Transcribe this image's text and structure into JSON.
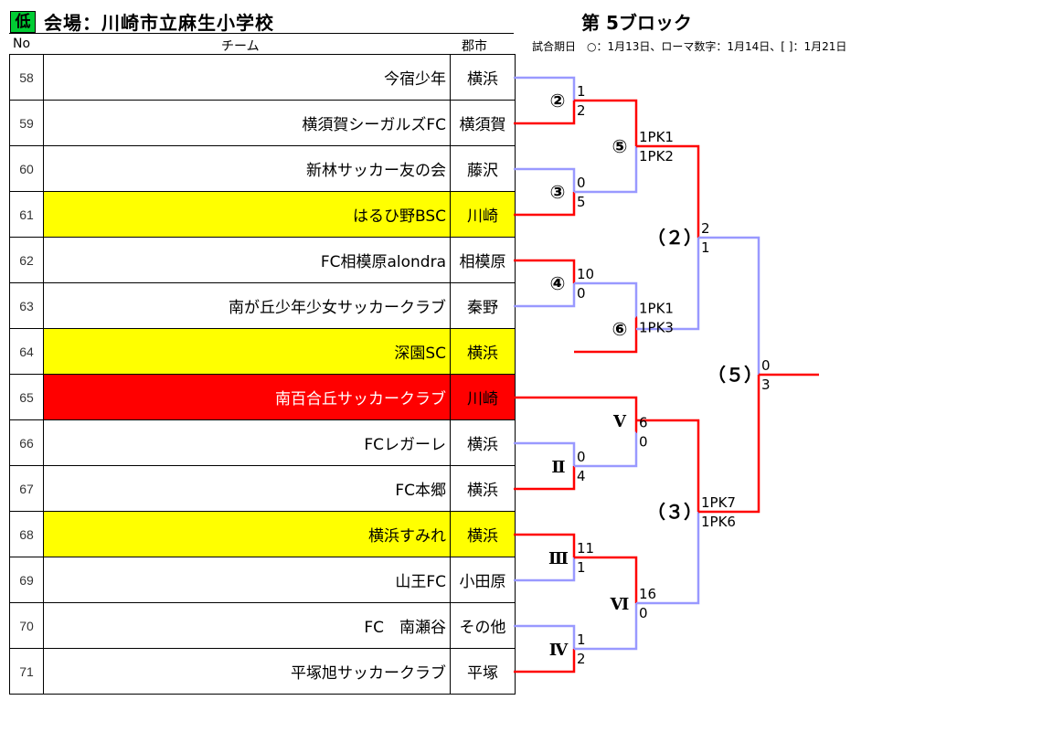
{
  "header": {
    "grade": "低",
    "venue": "会場：川崎市立麻生小学校",
    "block_title": "第 5ブロック",
    "schedule_note": "試合期日　○：1月13日、ローマ数字：1月14日、[ ]：1月21日",
    "col_no": "No",
    "col_team": "チーム",
    "col_city": "郡市"
  },
  "teams": [
    {
      "no": "58",
      "name": "今宿少年",
      "city": "横浜",
      "highlight": "none"
    },
    {
      "no": "59",
      "name": "横須賀シーガルズFC",
      "city": "横須賀",
      "highlight": "none"
    },
    {
      "no": "60",
      "name": "新林サッカー友の会",
      "city": "藤沢",
      "highlight": "none"
    },
    {
      "no": "61",
      "name": "はるひ野BSC",
      "city": "川崎",
      "highlight": "yellow"
    },
    {
      "no": "62",
      "name": "FC相模原alondra",
      "city": "相模原",
      "highlight": "none"
    },
    {
      "no": "63",
      "name": "南が丘少年少女サッカークラブ",
      "city": "秦野",
      "highlight": "none"
    },
    {
      "no": "64",
      "name": "深園SC",
      "city": "横浜",
      "highlight": "yellow"
    },
    {
      "no": "65",
      "name": "南百合丘サッカークラブ",
      "city": "川崎",
      "highlight": "red"
    },
    {
      "no": "66",
      "name": "FCレガーレ",
      "city": "横浜",
      "highlight": "none"
    },
    {
      "no": "67",
      "name": "FC本郷",
      "city": "横浜",
      "highlight": "none"
    },
    {
      "no": "68",
      "name": "横浜すみれ",
      "city": "横浜",
      "highlight": "yellow"
    },
    {
      "no": "69",
      "name": "山王FC",
      "city": "小田原",
      "highlight": "none"
    },
    {
      "no": "70",
      "name": "FC　南瀬谷",
      "city": "その他",
      "highlight": "none"
    },
    {
      "no": "71",
      "name": "平塚旭サッカークラブ",
      "city": "平塚",
      "highlight": "none"
    }
  ],
  "matches": [
    {
      "label": "②",
      "top_score": "1",
      "bottom_score": "2",
      "winner": "bottom"
    },
    {
      "label": "③",
      "top_score": "0",
      "bottom_score": "5",
      "winner": "bottom"
    },
    {
      "label": "④",
      "top_score": "10",
      "bottom_score": "0",
      "winner": "top"
    },
    {
      "label": "⑤",
      "top_score": "1PK1",
      "bottom_score": "1PK2",
      "winner": "top"
    },
    {
      "label": "⑥",
      "top_score": "1PK1",
      "bottom_score": "1PK3",
      "winner": "bottom"
    },
    {
      "label": "（２）",
      "top_score": "2",
      "bottom_score": "1",
      "winner": "top"
    },
    {
      "label": "Ⅱ",
      "top_score": "0",
      "bottom_score": "4",
      "winner": "bottom"
    },
    {
      "label": "Ⅲ",
      "top_score": "11",
      "bottom_score": "1",
      "winner": "top"
    },
    {
      "label": "Ⅳ",
      "top_score": "1",
      "bottom_score": "2",
      "winner": "bottom"
    },
    {
      "label": "Ⅴ",
      "top_score": "6",
      "bottom_score": "0",
      "winner": "top"
    },
    {
      "label": "Ⅵ",
      "top_score": "16",
      "bottom_score": "0",
      "winner": "top"
    },
    {
      "label": "（３）",
      "top_score": "1PK7",
      "bottom_score": "1PK6",
      "winner": "top"
    },
    {
      "label": "（５）",
      "top_score": "0",
      "bottom_score": "3",
      "winner": "bottom"
    }
  ],
  "colors": {
    "winner_line": "#ff0000",
    "loser_line": "#9999ff",
    "yellow_highlight": "#ffff00",
    "red_highlight": "#ff0000",
    "grade_badge": "#00cc33"
  }
}
